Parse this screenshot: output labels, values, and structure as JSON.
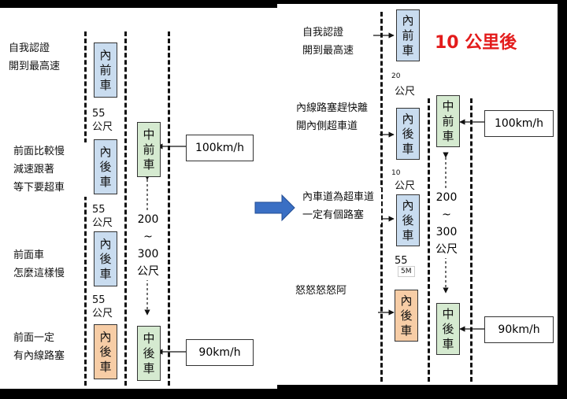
{
  "title": "10 公里後",
  "left": {
    "notes": [
      {
        "lines": [
          "自我認證",
          "開到最高速"
        ]
      },
      {
        "lines": [
          "前面比較慢",
          "減速跟著",
          "等下要超車"
        ]
      },
      {
        "lines": [
          "前面車",
          "怎麼這樣慢"
        ]
      },
      {
        "lines": [
          "前面一定",
          "有內線路塞"
        ]
      }
    ],
    "cars": [
      {
        "lines": [
          "內",
          "前",
          "車"
        ],
        "lane": "inner",
        "color": "blue"
      },
      {
        "lines": [
          "內",
          "後",
          "車"
        ],
        "lane": "inner",
        "color": "blue"
      },
      {
        "lines": [
          "內",
          "後",
          "車"
        ],
        "lane": "inner",
        "color": "blue"
      },
      {
        "lines": [
          "內",
          "後",
          "車"
        ],
        "lane": "inner",
        "color": "orange"
      },
      {
        "lines": [
          "中",
          "前",
          "車"
        ],
        "lane": "middle",
        "color": "green"
      },
      {
        "lines": [
          "中",
          "後",
          "車"
        ],
        "lane": "middle",
        "color": "green"
      }
    ],
    "gaps": [
      {
        "lines": [
          "55",
          "公尺"
        ]
      },
      {
        "lines": [
          "55",
          "公尺"
        ]
      },
      {
        "lines": [
          "55",
          "公尺"
        ]
      }
    ],
    "distance": {
      "lines": [
        "200",
        "~",
        "300",
        "公尺"
      ]
    },
    "speeds": [
      "100km/h",
      "90km/h"
    ]
  },
  "right": {
    "notes": [
      {
        "lines": [
          "自我認證",
          "開到最高速"
        ]
      },
      {
        "lines": [
          "內線路塞趕快離",
          "開內側超車道"
        ]
      },
      {
        "lines": [
          "內車道為超車道",
          "一定有個路塞"
        ]
      },
      {
        "lines": [
          "怒怒怒怒阿"
        ]
      }
    ],
    "cars": [
      {
        "lines": [
          "內",
          "前",
          "車"
        ],
        "color": "blue"
      },
      {
        "lines": [
          "內",
          "後",
          "車"
        ],
        "color": "blue"
      },
      {
        "lines": [
          "內",
          "後",
          "車"
        ],
        "color": "blue"
      },
      {
        "lines": [
          "內",
          "後",
          "車"
        ],
        "color": "orange"
      },
      {
        "lines": [
          "中",
          "前",
          "車"
        ],
        "color": "green"
      },
      {
        "lines": [
          "中",
          "後",
          "車"
        ],
        "color": "green"
      }
    ],
    "gaps": [
      {
        "num": "20",
        "unit": "公尺"
      },
      {
        "num": "10",
        "unit": "公尺"
      },
      {
        "num": "55",
        "unit": "5M"
      }
    ],
    "distance": {
      "lines": [
        "200",
        "~",
        "300",
        "公尺"
      ]
    },
    "speeds": [
      "100km/h",
      "90km/h"
    ]
  },
  "colors": {
    "blue": "#c9dcef",
    "green": "#d5ead0",
    "orange": "#f7cda6",
    "title": "#e31b1b",
    "arrow": "#3a6fc4"
  }
}
